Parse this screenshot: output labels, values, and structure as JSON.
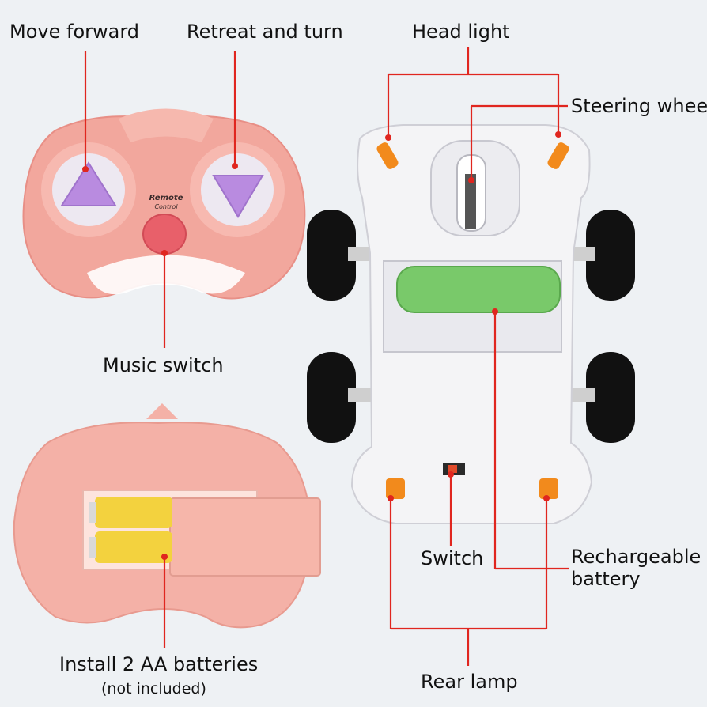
{
  "labels": {
    "move_forward": "Move forward",
    "retreat_and_turn": "Retreat and turn",
    "head_light": "Head light",
    "steering_wheel": "Steering wheel",
    "music_switch": "Music switch",
    "switch": "Switch",
    "rechargeable_battery_line1": "Rechargeable",
    "rechargeable_battery_line2": "battery",
    "rear_lamp": "Rear lamp",
    "install_batteries": "Install 2 AA batteries",
    "not_included": "(not included)"
  },
  "remote": {
    "logo_line1": "Remote",
    "logo_line2": "Control"
  },
  "colors": {
    "callout_line": "#e0261f",
    "remote_body": "#f2a79d",
    "button_purple": "#b98be0",
    "music_button": "#e8606a",
    "battery_yellow": "#f3d23e",
    "battery_green": "#79c96a",
    "car_body": "#f4f4f6",
    "tire": "#111111",
    "lamp_orange": "#f28a1c"
  }
}
